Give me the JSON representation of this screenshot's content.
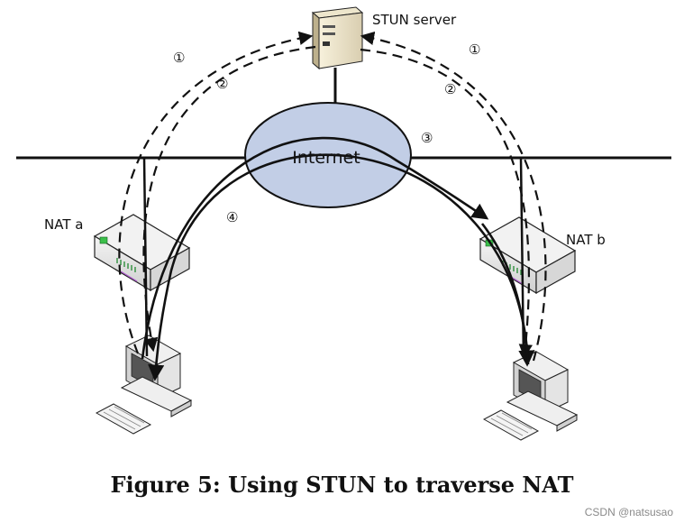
{
  "diagram": {
    "server_label": "STUN server",
    "internet_label": "Internet",
    "nat_a_label": "NAT a",
    "nat_b_label": "NAT b",
    "step_labels": {
      "s1": "①",
      "s2": "②",
      "s3": "③",
      "s4": "④"
    }
  },
  "caption": "Figure 5: Using STUN to traverse NAT",
  "watermark": "CSDN @natsusao"
}
